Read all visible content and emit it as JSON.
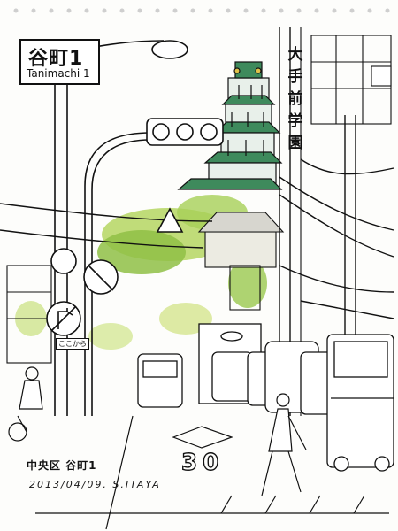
{
  "sign": {
    "kanji": "谷町1",
    "romaji": "Tanimachi 1"
  },
  "vertical_sign": {
    "chars": [
      "大",
      "手",
      "前",
      "学",
      "園"
    ]
  },
  "small_sign": {
    "text": "ここから"
  },
  "road_marking": {
    "text": "30"
  },
  "caption": {
    "place": "中央区 谷町1",
    "date_artist": "2013/04/09. S.ITAYA"
  },
  "colors": {
    "ink": "#111111",
    "foliage": "#7fb23a",
    "foliage_light": "#b9d86a",
    "castle_green": "#3e8a5c",
    "paper": "#fdfdfb"
  }
}
